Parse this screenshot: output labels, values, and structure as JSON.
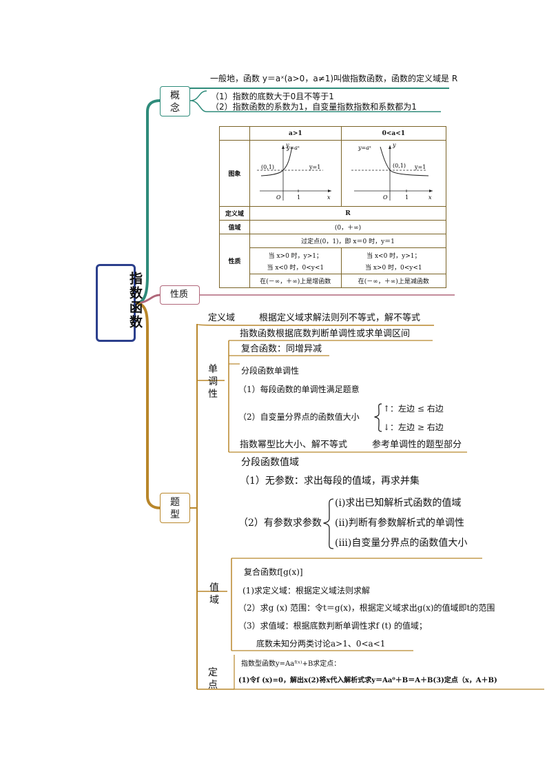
{
  "root": {
    "label": "指数函数"
  },
  "concept": {
    "label": "概\n念",
    "definition": "一般地，函数 y＝aˣ(a>0，a≠1)叫做指数函数，函数的定义域是 R",
    "notes": [
      "（1）指数的底数大于0且不等于1",
      "（2）指数函数的系数为1，自变量指数指数和系数都为1"
    ]
  },
  "property": {
    "label": "性质",
    "table": {
      "header": [
        "",
        "a>1",
        "0<a<1"
      ],
      "image_label": "图象",
      "graph_left": {
        "curve": "y=aˣ",
        "point": "(0,1)",
        "asym": "y=1",
        "origin": "O",
        "one": "1",
        "xaxis": "x",
        "yaxis": "y"
      },
      "graph_right": {
        "curve": "y=aˣ",
        "point": "(0,1)",
        "asym": "y=1",
        "origin": "O",
        "one": "1",
        "xaxis": "x",
        "yaxis": "y"
      },
      "domain_label": "定义域",
      "domain_value": "R",
      "range_label": "值域",
      "range_value": "(0，＋∞)",
      "nature_label": "性质",
      "fixed_point": "过定点(0，1)，即 x＝0 时，y＝1",
      "left_a": "当 x>0 时，y>1；",
      "left_b": "当 x<0 时，0<y<1",
      "right_a": "当 x<0 时，y>1；",
      "right_b": "当 x>0 时，0<y<1",
      "left_mono": "在(－∞，＋∞)上是增函数",
      "right_mono": "在(－∞，＋∞)上是减函数"
    }
  },
  "types": {
    "label": "题\n型",
    "domain": {
      "label": "定义域",
      "text": "根据定义域求解法则列不等式，解不等式"
    },
    "monotonic": {
      "label": "单\n调\n性",
      "a": "指数函数根据底数判断单调性或求单调区间",
      "b": "复合函数：同增异减",
      "c_title": "分段函数单调性",
      "c1": "（1）每段函数的单调性满足题意",
      "c2": "（2）自变量分界点的函数值大小",
      "c2_up": "↑：左边 ≤ 右边",
      "c2_down": "↓：左边 ≥ 右边",
      "d": "指数幂型比大小、解不等式",
      "d_ref": "参考单调性的题型部分"
    },
    "range_piece": {
      "title": "分段函数值域",
      "p1": "（1）无参数：求出每段的值域，再求并集",
      "p2": "（2）有参数求参数",
      "p2_i": "(i)求出已知解析式函数的值域",
      "p2_ii": "(ii)判断有参数解析式的单调性",
      "p2_iii": "(iii)自变量分界点的函数值大小"
    },
    "value_range": {
      "label": "值\n域",
      "title": "复合函数f[g(x)]",
      "s1": "(1)求定义域：根据定义域法则求解",
      "s2": "（2）求g (x) 范围：令t＝g(x)，根据定义域求出g(x)的值域即t的范围",
      "s3": "（3）求值域：根据底数判断单调性求f (t) 的值域；",
      "s4": "底数未知分两类讨论a>1、0<a<1"
    },
    "fixed": {
      "label": "定\n点",
      "title": "指数型函数y=Aaᶠ⁽ˣ⁾+B求定点：",
      "steps": "(1)令f (x)=0，解出x(2)将x代入解析式求y＝Aa⁰＋B＝A＋B(3)定点（x，A＋B)"
    }
  },
  "colors": {
    "teal": "#2e8b7a",
    "gold": "#b8862a",
    "pink": "#b0677a",
    "navy": "#2b3f8c"
  }
}
